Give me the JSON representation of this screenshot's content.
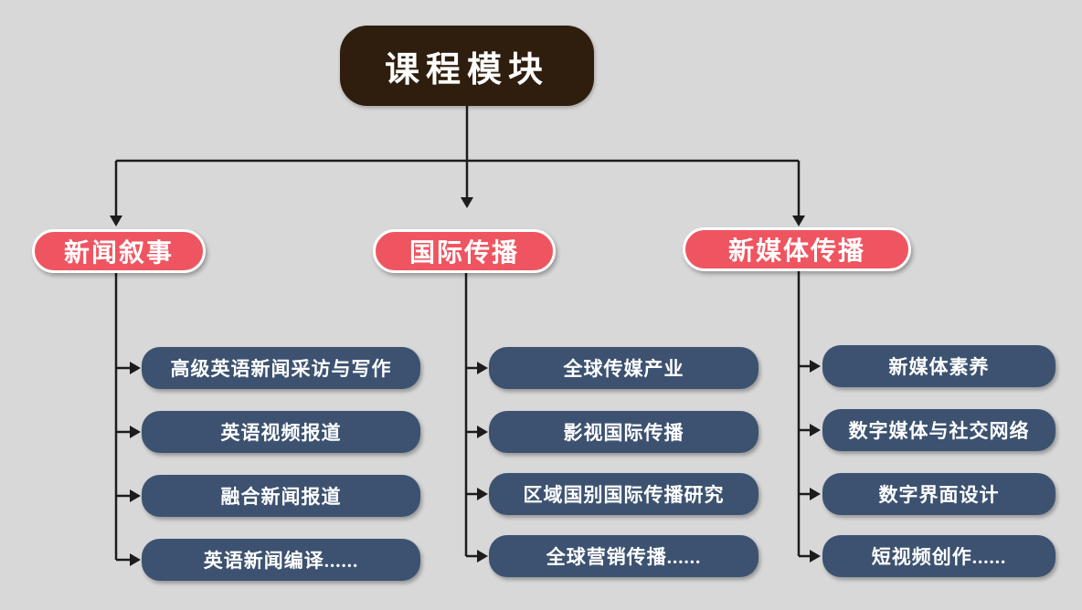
{
  "root": {
    "label": "课程模块"
  },
  "branches": [
    {
      "label": "新闻叙事",
      "items": [
        "高级英语新闻采访与写作",
        "英语视频报道",
        "融合新闻报道",
        "英语新闻编译......"
      ]
    },
    {
      "label": "国际传播",
      "items": [
        "全球传媒产业",
        "影视国际传播",
        "区域国别国际传播研究",
        "全球营销传播......"
      ]
    },
    {
      "label": "新媒体传播",
      "items": [
        "新媒体素养",
        "数字媒体与社交网络",
        "数字界面设计",
        "短视频创作......"
      ]
    }
  ],
  "colors": {
    "background": "#d8d8d8",
    "root_bg": "#2f1e0e",
    "branch_bg": "#ef5560",
    "item_bg": "#3c5270",
    "line": "#1c1c1c",
    "text": "#ffffff"
  }
}
